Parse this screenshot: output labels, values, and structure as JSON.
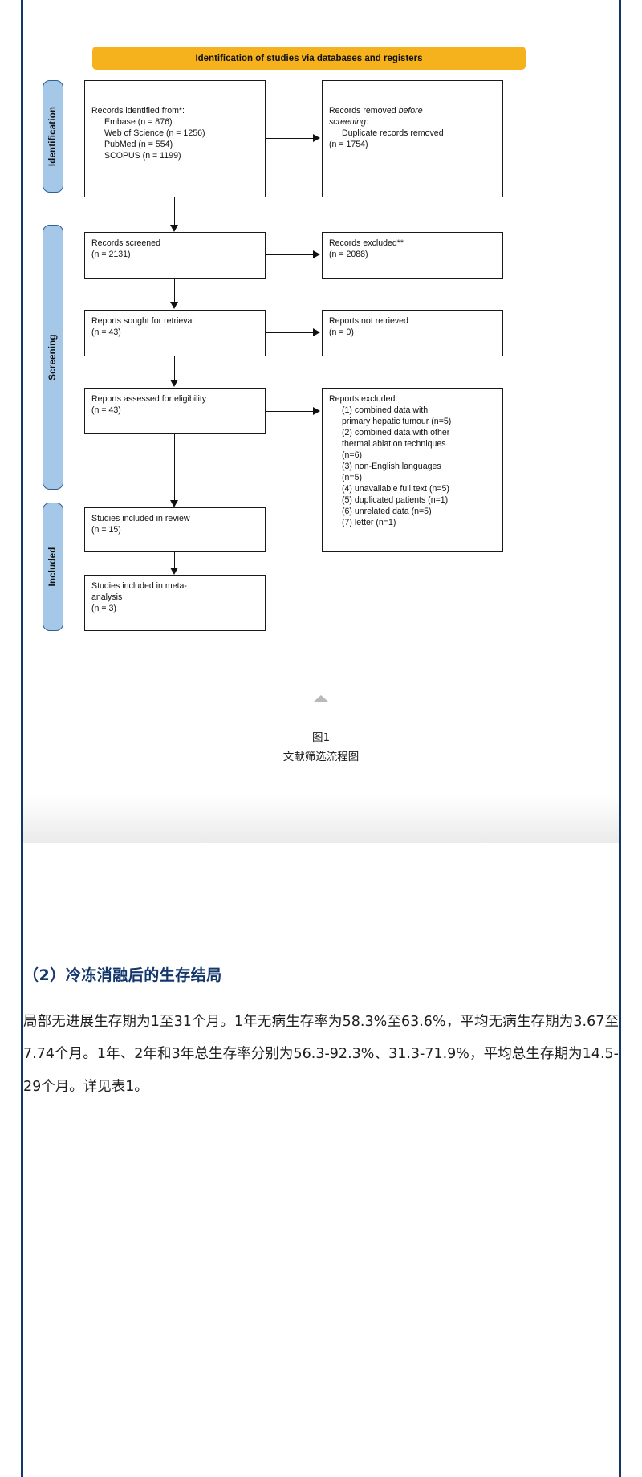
{
  "theme": {
    "rail_color": "#14376b",
    "banner_color": "#f5b21c",
    "phase_fill": "#a5c8e8",
    "phase_border": "#2f5f94",
    "heading_color": "#14376b"
  },
  "figure": {
    "banner_title": "Identification of studies via databases and registers",
    "phases": [
      {
        "label": "Identification"
      },
      {
        "label": "Screening"
      },
      {
        "label": "Included"
      }
    ],
    "boxes": {
      "records_identified": {
        "title": "Records identified from*:",
        "items": [
          "Embase (n = 876)",
          "Web of Science (n = 1256)",
          "PubMed (n = 554)",
          "SCOPUS (n = 1199)"
        ]
      },
      "records_removed": {
        "line1": "Records removed ",
        "line1_italic": "before",
        "line2_italic": "screening",
        "line2_tail": ":",
        "items": [
          "Duplicate records removed",
          "(n = 1754)"
        ]
      },
      "records_screened": {
        "title": "Records screened",
        "count": "(n = 2131)"
      },
      "records_excluded": {
        "title": "Records excluded**",
        "count": "(n = 2088)"
      },
      "reports_sought": {
        "title": "Reports sought for retrieval",
        "count": "(n = 43)"
      },
      "reports_not_retrieved": {
        "title": "Reports not retrieved",
        "count": "(n = 0)"
      },
      "reports_assessed": {
        "title": "Reports assessed for eligibility",
        "count": "(n = 43)"
      },
      "reports_excluded": {
        "title": "Reports excluded:",
        "items": [
          "(1) combined data with",
          "primary hepatic tumour (n=5)",
          "(2) combined data with other",
          "thermal ablation techniques",
          "(n=6)",
          "(3) non-English languages",
          "(n=5)",
          "(4) unavailable full text (n=5)",
          "(5) duplicated patients (n=1)",
          "(6) unrelated data (n=5)",
          "(7) letter (n=1)"
        ]
      },
      "studies_included_review": {
        "title": "Studies included in review",
        "count": "(n = 15)"
      },
      "studies_included_meta": {
        "title_line1": "Studies included in meta-",
        "title_line2": "analysis",
        "count": "(n = 3)"
      }
    },
    "caption_line1": "图1",
    "caption_line2": "文献筛选流程图"
  },
  "article": {
    "section_heading": "（2）冷冻消融后的生存结局",
    "paragraph": "局部无进展生存期为1至31个月。1年无病生存率为58.3%至63.6%，平均无病生存期为3.67至7.74个月。1年、2年和3年总生存率分别为56.3-92.3%、31.3-71.9%，平均总生存期为14.5-29个月。详见表1。"
  }
}
